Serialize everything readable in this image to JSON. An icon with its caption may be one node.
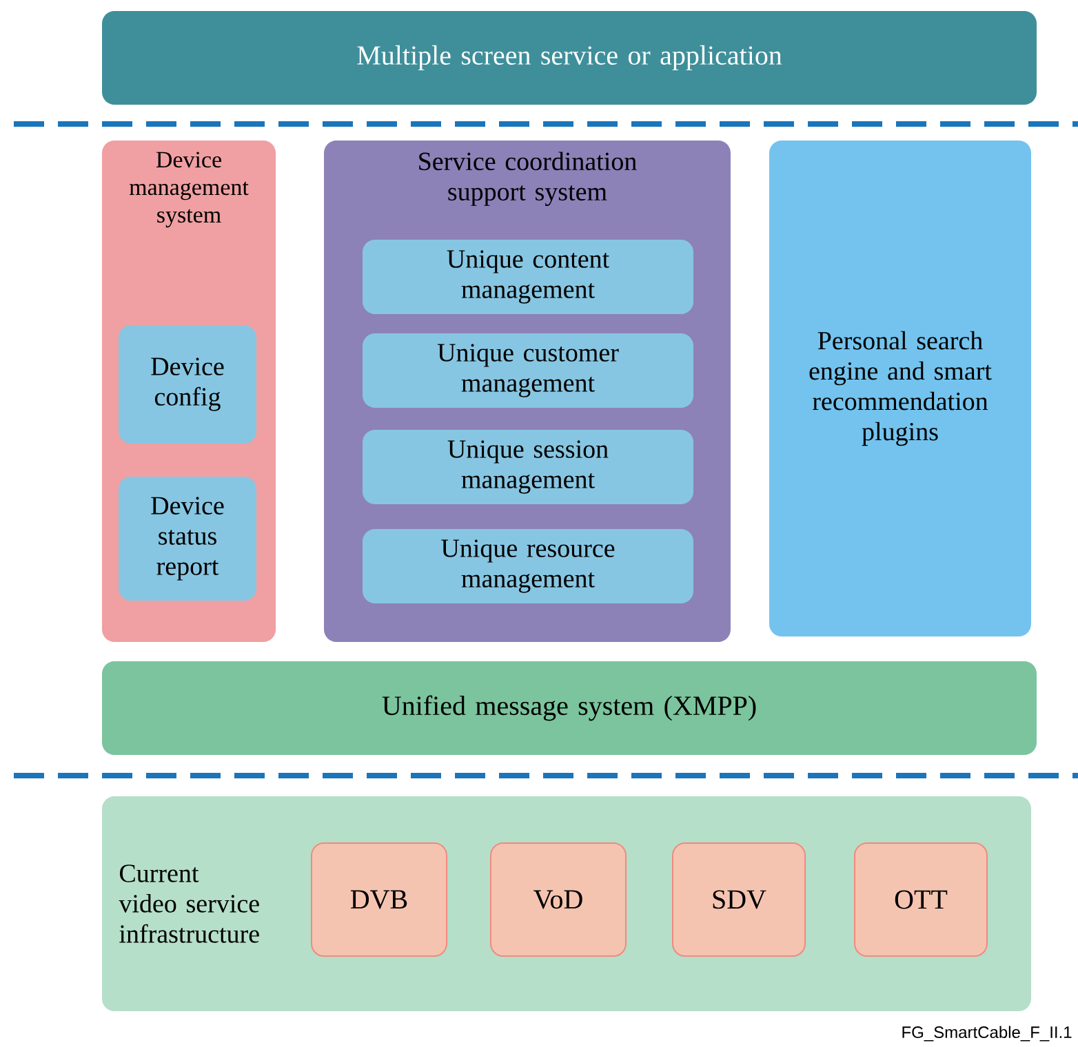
{
  "diagram": {
    "nodes": [
      {
        "text": [
          "Multiple screen service or application"
        ]
      },
      {
        "text": [
          "Device management system"
        ]
      },
      {
        "text": [
          "Device config"
        ],
        "in": 1
      },
      {
        "text": [
          "Device status report"
        ],
        "in": 1
      },
      {
        "text": [
          "Service coordination support system"
        ]
      },
      {
        "text": [
          "Unique content management"
        ],
        "in": 4
      },
      {
        "text": [
          "Unique customer management"
        ],
        "in": 4
      },
      {
        "text": [
          "Unique session management"
        ],
        "in": 4
      },
      {
        "text": [
          "Unique resource management"
        ],
        "in": 4
      },
      {
        "text": [
          "Personal search engine and smart recommendation plugins"
        ]
      },
      {
        "text": [
          "Unified message system (XMPP)"
        ]
      },
      {
        "text": [
          "Current video service infrastructure"
        ]
      },
      {
        "text": [
          "DVB"
        ],
        "in": 11
      },
      {
        "text": [
          "VoD"
        ],
        "in": 11
      },
      {
        "text": [
          "SDV"
        ],
        "in": 11
      },
      {
        "text": [
          "OTT"
        ],
        "in": 11
      }
    ],
    "edges": [],
    "labels": [
      "FG_SmartCable_F_II.1"
    ]
  }
}
